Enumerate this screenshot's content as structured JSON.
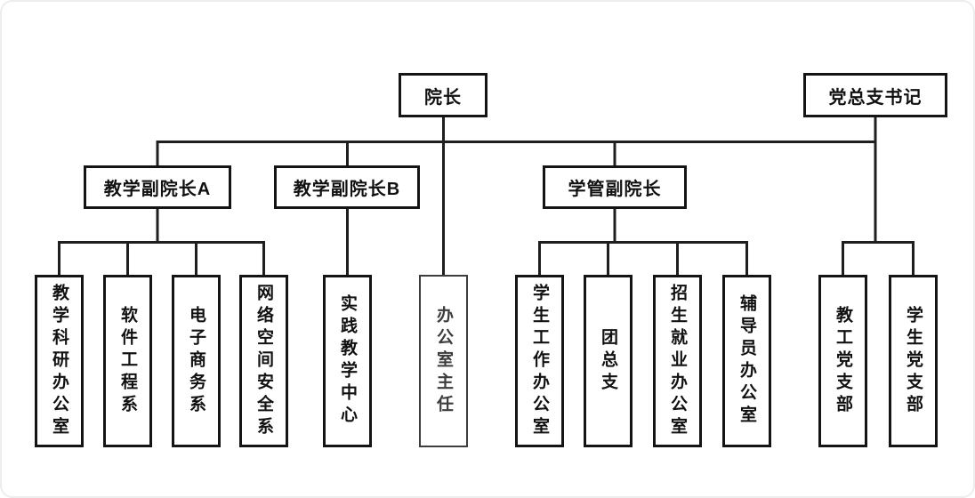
{
  "diagram": {
    "type": "org-chart",
    "language": "zh-CN",
    "description": "College organizational chart"
  },
  "colors": {
    "line": "#1f1f1f",
    "box-border": "#141414",
    "box-text": "#111111",
    "muted": "#3d3d3d",
    "canvas-bg": "#ffffff",
    "canvas-border": "#ededed"
  },
  "nodes": {
    "dean": {
      "label": "院长"
    },
    "party_secretary": {
      "label": "党总支书记"
    },
    "vice_dean_teaching_a": {
      "label": "教学副院长A"
    },
    "vice_dean_teaching_b": {
      "label": "教学副院长B"
    },
    "vice_dean_student_affairs": {
      "label": "学管副院长"
    },
    "teaching_research_office": {
      "label": "教学科研办公室"
    },
    "software_engineering_dept": {
      "label": "软件工程系"
    },
    "ecommerce_dept": {
      "label": "电子商务系"
    },
    "cyberspace_security_dept": {
      "label": "网络空间安全系"
    },
    "practice_teaching_center": {
      "label": "实践教学中心"
    },
    "office_director": {
      "label": "办公室主任"
    },
    "student_affairs_office": {
      "label": "学生工作办公室"
    },
    "youth_league_general_branch": {
      "label": "团总支"
    },
    "admissions_employment_office": {
      "label": "招生就业办公室"
    },
    "counselor_office": {
      "label": "辅导员办公室"
    },
    "faculty_party_branch": {
      "label": "教工党支部"
    },
    "student_party_branch": {
      "label": "学生党支部"
    }
  },
  "structure": {
    "dean": [
      "vice_dean_teaching_a",
      "vice_dean_teaching_b",
      "office_director",
      "vice_dean_student_affairs"
    ],
    "party_secretary": [
      "faculty_party_branch",
      "student_party_branch"
    ],
    "vice_dean_teaching_a": [
      "teaching_research_office",
      "software_engineering_dept",
      "ecommerce_dept",
      "cyberspace_security_dept"
    ],
    "vice_dean_teaching_b": [
      "practice_teaching_center"
    ],
    "vice_dean_student_affairs": [
      "student_affairs_office",
      "youth_league_general_branch",
      "admissions_employment_office",
      "counselor_office"
    ]
  }
}
